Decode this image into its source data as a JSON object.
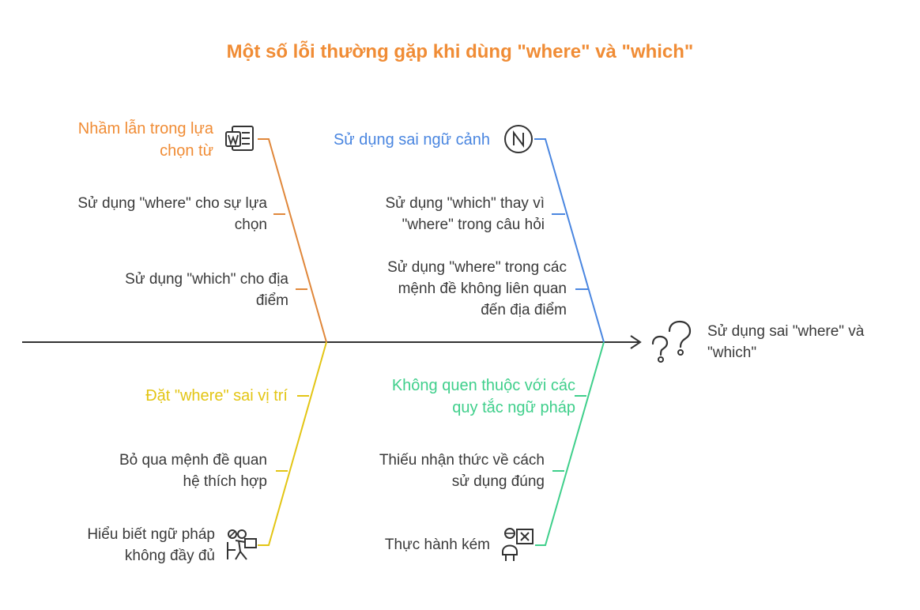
{
  "title": "Một số lỗi thường gặp khi dùng \"where\" và \"which\"",
  "effect": {
    "label": "Sử dụng sai \"where\" và \"which\"",
    "icon": "question-mark-icon"
  },
  "categories": {
    "top_left": {
      "label": "Nhầm lẫn trong lựa chọn từ",
      "icon": "word-document-icon",
      "color": "#e0873a",
      "causes": [
        "Sử dụng \"where\" cho sự lựa chọn",
        "Sử dụng \"which\" cho địa điểm"
      ]
    },
    "top_right": {
      "label": "Sử dụng sai ngữ cảnh",
      "icon": "no-entry-icon",
      "color": "#4a86e0",
      "causes": [
        "Sử dụng \"which\" thay vì \"where\" trong câu hỏi",
        "Sử dụng \"where\" trong các mệnh đề không liên quan đến địa điểm"
      ]
    },
    "bottom_left": {
      "label": "Đặt \"where\" sai vị trí",
      "color": "#e3c514",
      "causes": [
        "Bỏ qua mệnh đề quan hệ thích hợp",
        "Hiểu biết ngữ pháp không đầy đủ"
      ],
      "cause_icon": "person-reading-icon"
    },
    "bottom_right": {
      "label": "Không quen thuộc với các quy tắc ngữ pháp",
      "color": "#3fcf8b",
      "causes": [
        "Thiếu nhận thức về cách sử dụng đúng",
        "Thực hành kém"
      ],
      "cause_icon": "person-wrong-answer-icon"
    }
  }
}
